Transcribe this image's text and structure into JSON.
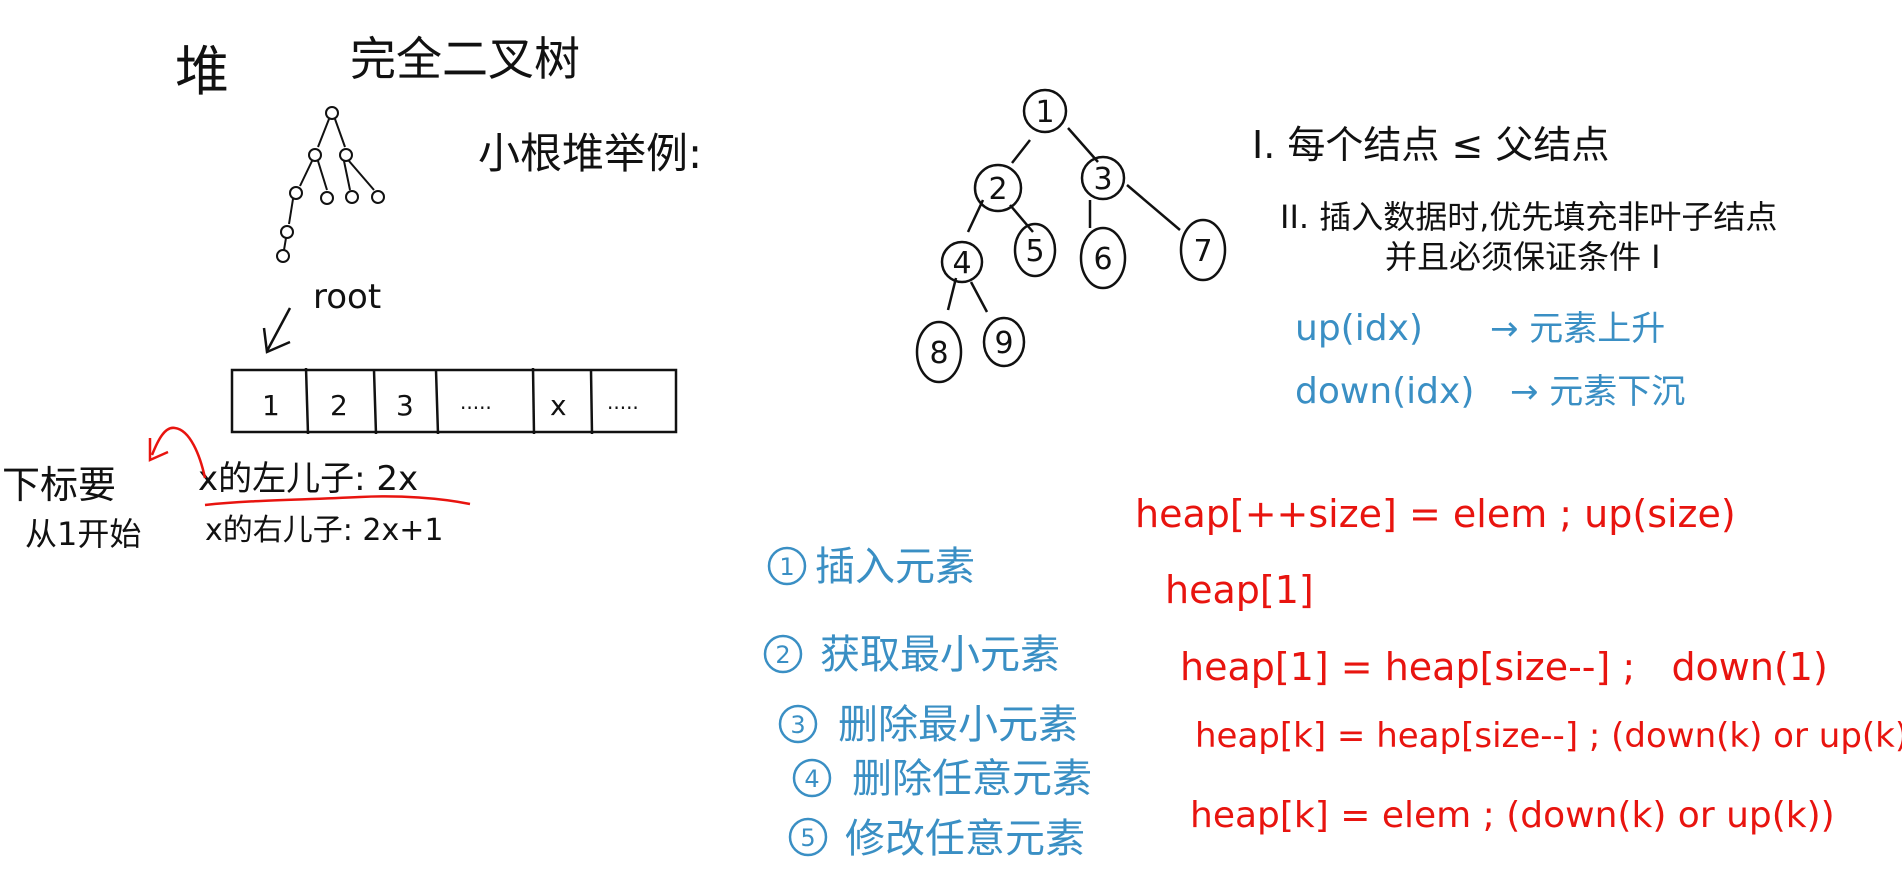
{
  "colors": {
    "ink": "#111111",
    "blue": "#3a8fc4",
    "red": "#e8140f"
  },
  "header": {
    "title": "堆",
    "subtitle": "完全二叉树"
  },
  "left": {
    "example_label": "小根堆举例:",
    "root_label": "root",
    "array_cells": [
      "1",
      "2",
      "3",
      "·····",
      "x",
      "·····"
    ],
    "index_note_line1": "下标要",
    "index_note_line2": "从1开始",
    "left_child": "x的左儿子: 2x",
    "right_child": "x的右儿子: 2x+1"
  },
  "tree": {
    "nodes": [
      "1",
      "2",
      "3",
      "4",
      "5",
      "6",
      "7",
      "8",
      "9"
    ]
  },
  "conditions": {
    "c1": "I. 每个结点 ≤ 父结点",
    "c2_line1": "II. 插入数据时,优先填充非叶子结点",
    "c2_line2": "并且必须保证条件 I",
    "up": "up(idx)",
    "up_desc": "→ 元素上升",
    "down": "down(idx)",
    "down_desc": "→ 元素下沉"
  },
  "operations": [
    {
      "num": "1",
      "label": "插入元素",
      "code": "heap[++size] = elem ; up(size)"
    },
    {
      "num": "2",
      "label": "获取最小元素",
      "code": "heap[1]"
    },
    {
      "num": "3",
      "label": "删除最小元素",
      "code": "heap[1] = heap[size--] ;   down(1)"
    },
    {
      "num": "4",
      "label": "删除任意元素",
      "code": "heap[k] = heap[size--] ; (down(k) or up(k))"
    },
    {
      "num": "5",
      "label": "修改任意元素",
      "code": "heap[k] = elem ; (down(k) or up(k))"
    }
  ]
}
